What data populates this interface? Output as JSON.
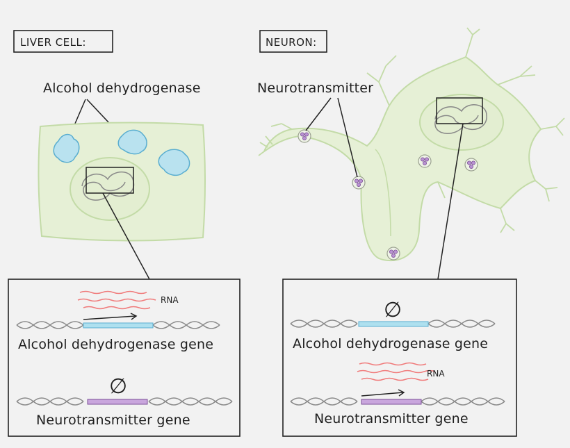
{
  "liver": {
    "title": "LIVER CELL:",
    "protein_label": "Alcohol dehydrogenase",
    "gene1_label": "Alcohol dehydrogenase gene",
    "gene2_label": "Neurotransmitter gene",
    "rna_label": "RNA",
    "null_symbol": "∅"
  },
  "neuron": {
    "title": "NEURON:",
    "protein_label": "Neurotransmitter",
    "gene1_label": "Alcohol dehydrogenase gene",
    "gene2_label": "Neurotransmitter gene",
    "rna_label": "RNA",
    "null_symbol": "∅"
  },
  "colors": {
    "cell_fill": "#e6f0d6",
    "cell_stroke": "#c3dba7",
    "enzyme_fill": "#b9e2ef",
    "enzyme_stroke": "#5aaed0",
    "vesicle_fill": "#b993d2",
    "vesicle_stroke": "#7c4f98",
    "gene_blue": "#aee0ef",
    "gene_purple": "#c9a6dd",
    "rna": "#f07a7a",
    "dna": "#8a8a8a"
  }
}
